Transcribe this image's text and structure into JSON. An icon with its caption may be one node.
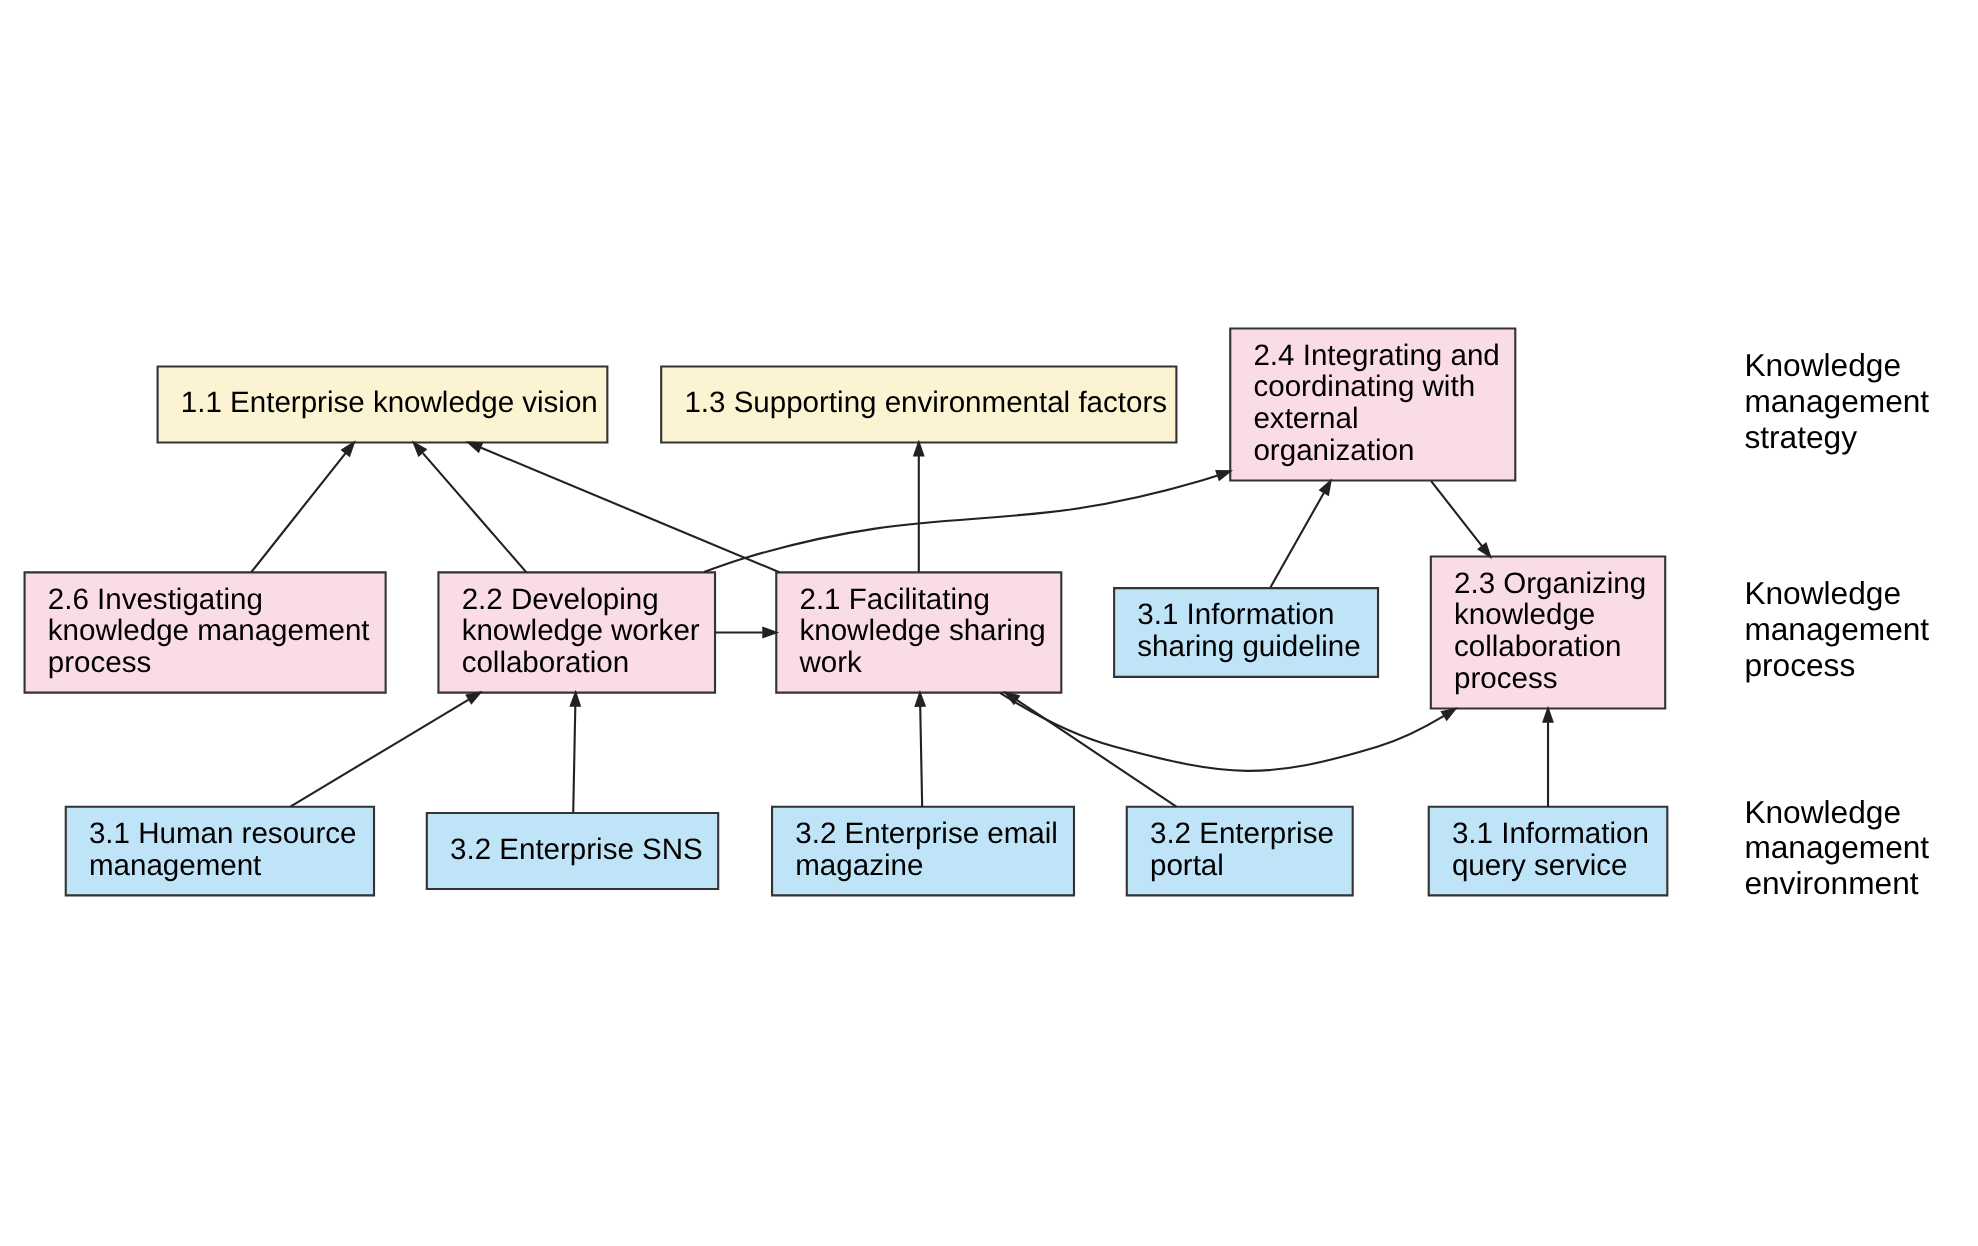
{
  "diagram": {
    "nodes": [
      {
        "text": [
          "1.1 Enterprise knowledge vision"
        ]
      },
      {
        "text": [
          "1.3 Supporting environmental factors"
        ]
      },
      {
        "text": [
          "2.6 Investigating knowledge management process"
        ]
      },
      {
        "text": [
          "2.4 Integrating and coordinating with external organization"
        ]
      },
      {
        "text": [
          "2.2 Developing knowledge worker collaboration"
        ]
      },
      {
        "text": [
          "2.1 Facilitating knowledge sharing work"
        ]
      },
      {
        "text": [
          "2.3 Organizing knowledge collaboration process"
        ]
      },
      {
        "text": [
          "3.2 Enterprise SNS"
        ]
      },
      {
        "text": [
          "3.2 Enterprise portal"
        ]
      },
      {
        "text": [
          "3.1 Information sharing guideline"
        ]
      },
      {
        "text": [
          "3.1 Human resource management"
        ]
      },
      {
        "text": [
          "3.2 Enterprise email magazine"
        ]
      },
      {
        "text": [
          "3.1 Information query service"
        ]
      }
    ],
    "edges": [
      {
        "from": 2,
        "to": 0,
        "arrow": "to"
      },
      {
        "from": 4,
        "to": 0,
        "arrow": "to"
      },
      {
        "from": 5,
        "to": 0,
        "arrow": "to"
      },
      {
        "from": 5,
        "to": 1,
        "arrow": "to"
      },
      {
        "from": 4,
        "to": 3,
        "arrow": "to"
      },
      {
        "from": 4,
        "to": 5,
        "arrow": "to"
      },
      {
        "from": 5,
        "to": 6,
        "arrow": "to"
      },
      {
        "from": 3,
        "to": 6,
        "arrow": "to"
      },
      {
        "from": 10,
        "to": 4,
        "arrow": "to"
      },
      {
        "from": 7,
        "to": 4,
        "arrow": "to"
      },
      {
        "from": 11,
        "to": 5,
        "arrow": "to"
      },
      {
        "from": 8,
        "to": 5,
        "arrow": "to"
      },
      {
        "from": 12,
        "to": 6,
        "arrow": "to"
      },
      {
        "from": 9,
        "to": 3,
        "arrow": "to"
      }
    ],
    "labels": [
      "Knowledge management strategy",
      "Knowledge management process",
      "Knowledge management environment"
    ]
  }
}
